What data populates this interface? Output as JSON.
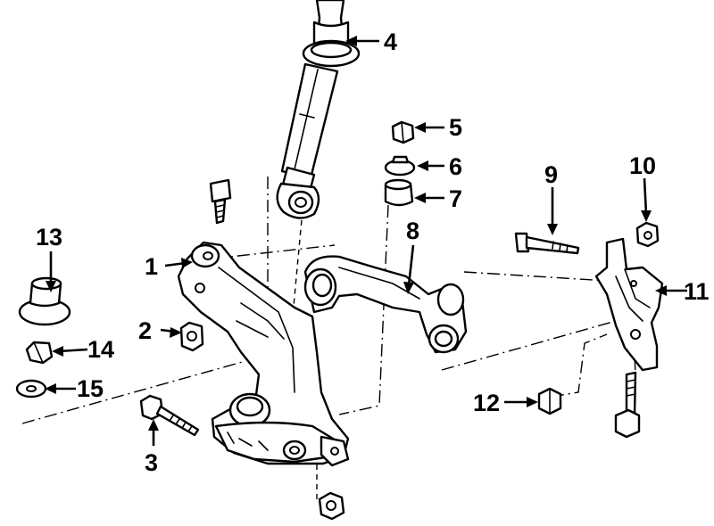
{
  "callouts": [
    {
      "id": "1",
      "text": "1"
    },
    {
      "id": "2",
      "text": "2"
    },
    {
      "id": "3",
      "text": "3"
    },
    {
      "id": "4",
      "text": "4"
    },
    {
      "id": "5",
      "text": "5"
    },
    {
      "id": "6",
      "text": "6"
    },
    {
      "id": "7",
      "text": "7"
    },
    {
      "id": "8",
      "text": "8"
    },
    {
      "id": "9",
      "text": "9"
    },
    {
      "id": "10",
      "text": "10"
    },
    {
      "id": "11",
      "text": "11"
    },
    {
      "id": "12",
      "text": "12"
    },
    {
      "id": "13",
      "text": "13"
    },
    {
      "id": "14",
      "text": "14"
    },
    {
      "id": "15",
      "text": "15"
    }
  ],
  "colors": {
    "ink": "#000000",
    "paper": "#ffffff"
  }
}
